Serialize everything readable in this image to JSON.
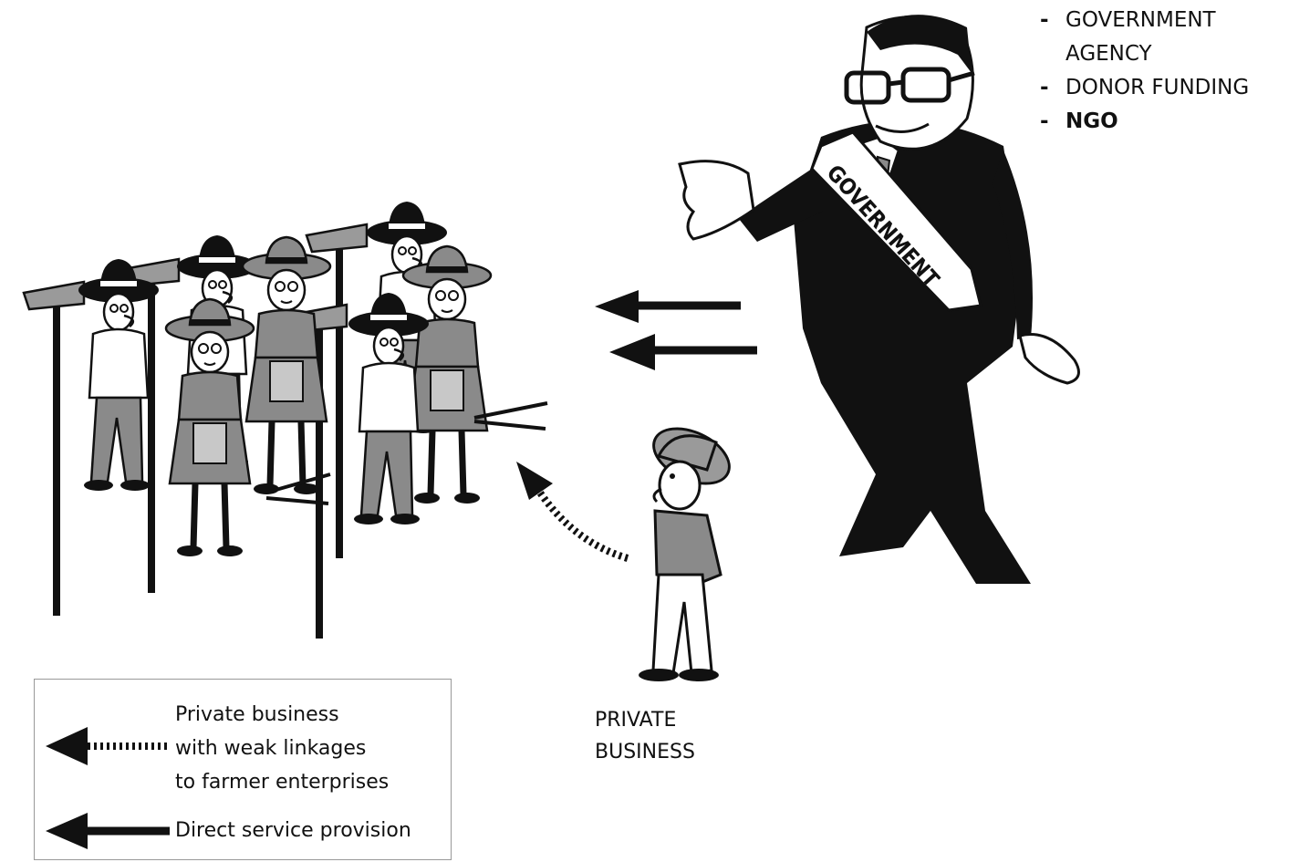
{
  "government_types": [
    {
      "lines": [
        "GOVERNMENT",
        "AGENCY"
      ],
      "bold": false
    },
    {
      "lines": [
        "DONOR FUNDING"
      ],
      "bold": false
    },
    {
      "lines": [
        "NGO"
      ],
      "bold": true
    }
  ],
  "sash_text": "GOVERNMENT",
  "private_business_label": [
    "PRIVATE",
    "BUSINESS"
  ],
  "legend": {
    "weak_linkages": [
      "Private business",
      "with weak linkages",
      "to farmer enterprises"
    ],
    "direct_service": "Direct service provision"
  },
  "colors": {
    "ink": "#111111",
    "grey_fill": "#8a8a8a",
    "light_grey": "#c8c8c8"
  }
}
